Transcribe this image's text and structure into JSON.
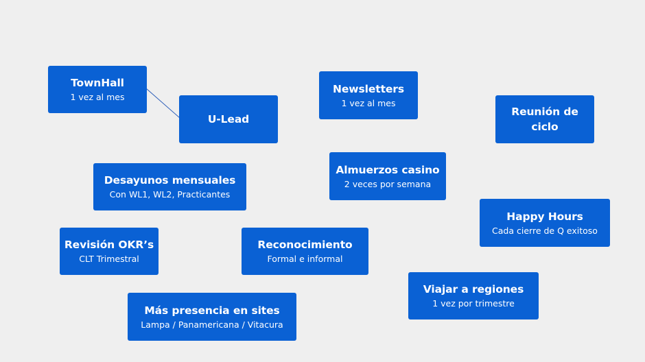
{
  "boxes": {
    "townhall": {
      "title": "TownHall",
      "subtitle": "1 vez al mes"
    },
    "ulead": {
      "title": "U-Lead"
    },
    "newsletters": {
      "title": "Newsletters",
      "subtitle": "1 vez al mes"
    },
    "reunion": {
      "title": "Reunión de\nciclo"
    },
    "desayunos": {
      "title": "Desayunos mensuales",
      "subtitle": "Con WL1, WL2, Practicantes"
    },
    "almuerzos": {
      "title": "Almuerzos casino",
      "subtitle": "2 veces por semana"
    },
    "happyhours": {
      "title": "Happy Hours",
      "subtitle": "Cada cierre de Q exitoso"
    },
    "okr": {
      "title": "Revisión OKR’s",
      "subtitle": "CLT Trimestral"
    },
    "reconocimiento": {
      "title": "Reconocimiento",
      "subtitle": "Formal e informal"
    },
    "viajar": {
      "title": "Viajar a regiones",
      "subtitle": "1 vez por trimestre"
    },
    "presencia": {
      "title": "Más presencia en sites",
      "subtitle": "Lampa / Panamericana / Vitacura"
    }
  },
  "colors": {
    "background": "#efefef",
    "box_fill": "#0a61d4",
    "box_text": "#ffffff",
    "connector": "#2a5cb8"
  }
}
